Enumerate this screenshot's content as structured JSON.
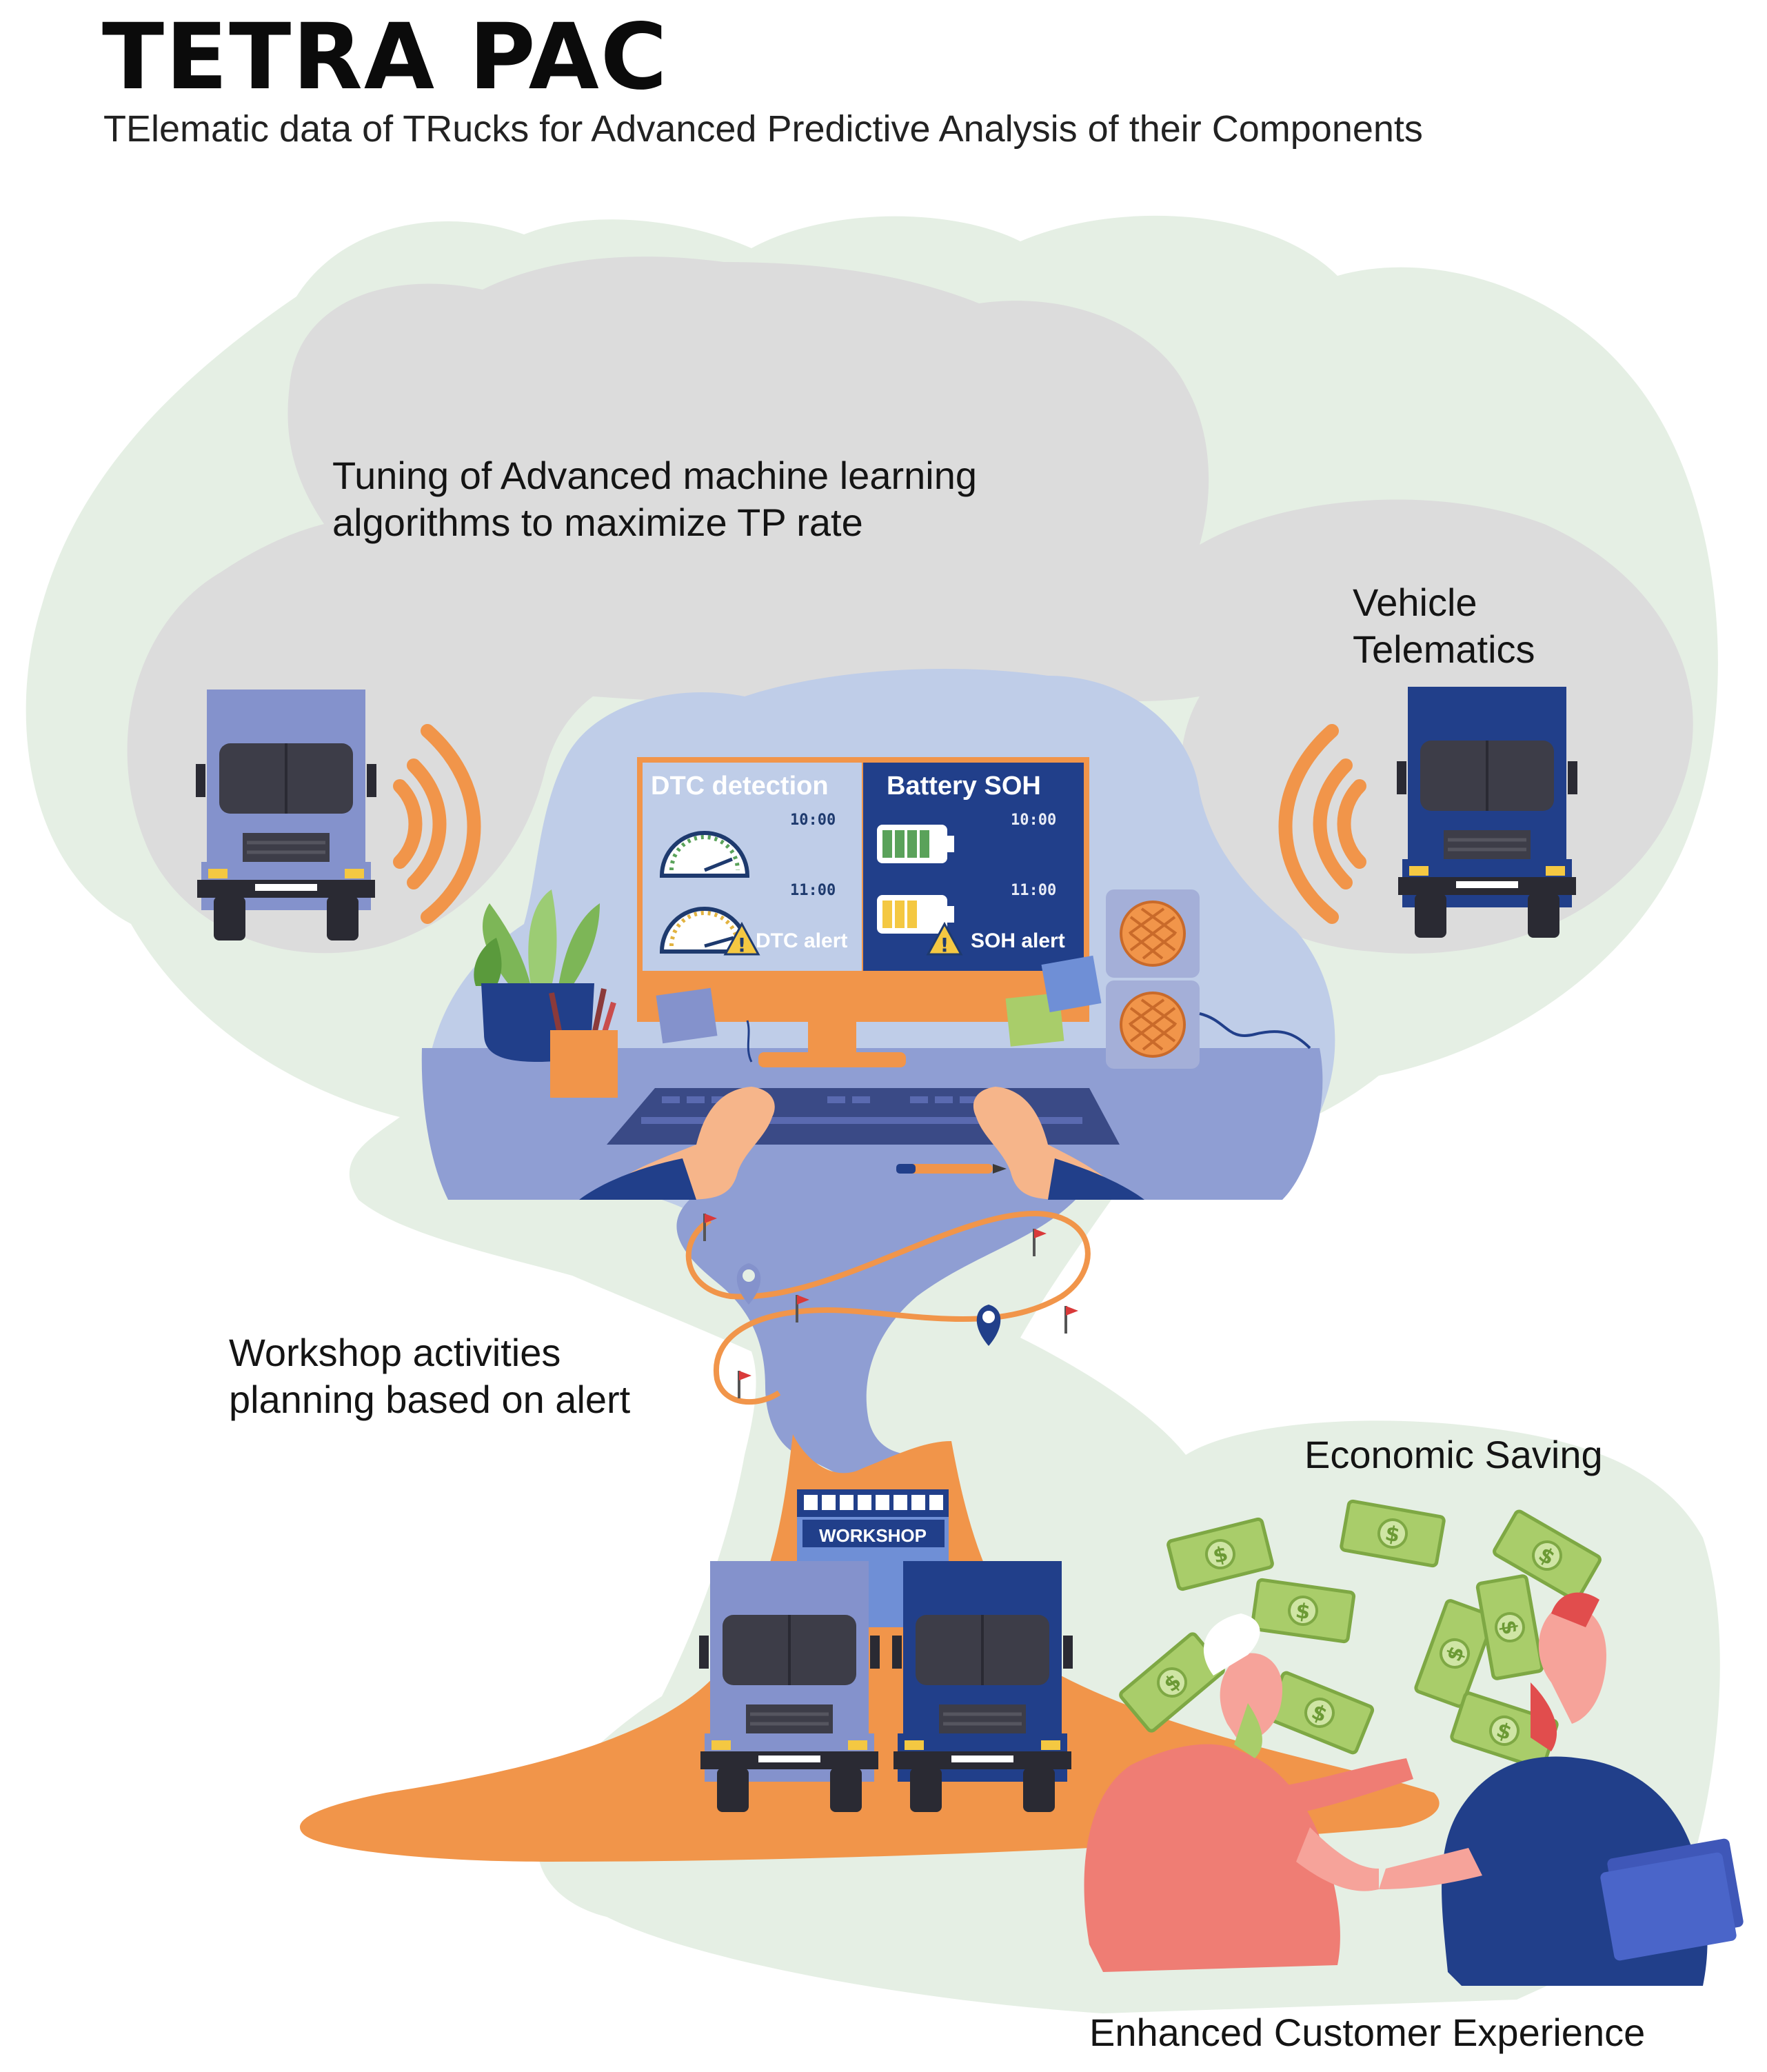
{
  "header": {
    "title": "TETRA PAC",
    "subtitle": "TElematic data of TRucks for Advanced Predictive Analysis of their Components"
  },
  "labels": {
    "tuning": [
      "Tuning of Advanced machine learning",
      "algorithms to maximize TP rate"
    ],
    "telematics": [
      "Vehicle",
      "Telematics"
    ],
    "workshop_planning": [
      "Workshop activities",
      "planning based on alert"
    ],
    "economic_saving": "Economic Saving",
    "customer_experience": "Enhanced Customer Experience"
  },
  "monitor": {
    "left_panel": {
      "title": "DTC detection",
      "time_top": "10:00",
      "time_bottom": "11:00",
      "alert": "DTC alert"
    },
    "right_panel": {
      "title": "Battery SOH",
      "time_top": "10:00",
      "time_bottom": "11:00",
      "alert": "SOH alert"
    }
  },
  "workshop": {
    "sign": "WORKSHOP"
  },
  "colors": {
    "background_blob": "#e5efe4",
    "gray_cloud": "#dcdcdc",
    "blue_cloud": "#bfcde8",
    "orange": "#f1954a",
    "navy": "#1e3a6e",
    "truck_light": "#8492cc",
    "truck_dark": "#213f8a",
    "money_green": "#a9cd6a"
  },
  "icons": [
    "truck-icon",
    "signal-waves-icon",
    "monitor-icon",
    "gauge-icon",
    "battery-icon",
    "warning-icon",
    "plant-icon",
    "keyboard-icon",
    "speaker-icon",
    "map-pin-icon",
    "flag-icon",
    "workshop-building-icon",
    "banknote-icon",
    "handshake-icon"
  ]
}
